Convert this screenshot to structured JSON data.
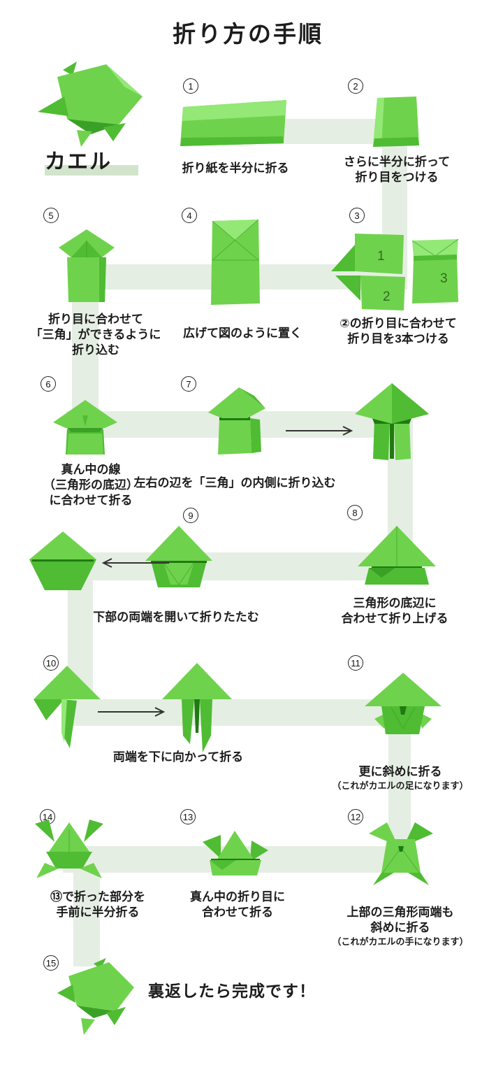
{
  "title": "折り方の手順",
  "hero": {
    "label": "カエル"
  },
  "steps": {
    "s1": {
      "num": "1",
      "caption": "折り紙を半分に折る"
    },
    "s2": {
      "num": "2",
      "caption": "さらに半分に折って\n折り目をつける"
    },
    "s3": {
      "num": "3",
      "caption": "②の折り目に合わせて\n折り目を3本つける",
      "marks": [
        "1",
        "2",
        "3"
      ]
    },
    "s4": {
      "num": "4",
      "caption": "広げて図のように置く"
    },
    "s5": {
      "num": "5",
      "caption": "折り目に合わせて\n「三角」ができるように\n折り込む"
    },
    "s6": {
      "num": "6",
      "caption": "真ん中の線\n（三角形の底辺）\nに合わせて折る"
    },
    "s7": {
      "num": "7",
      "caption": "左右の辺を「三角」の内側に折り込む"
    },
    "s8": {
      "num": "8",
      "caption": "三角形の底辺に\n合わせて折り上げる"
    },
    "s9": {
      "num": "9",
      "caption": "下部の両端を開いて折りたたむ"
    },
    "s10": {
      "num": "10",
      "caption": "両端を下に向かって折る"
    },
    "s11": {
      "num": "11",
      "caption": "更に斜めに折る",
      "note": "（これがカエルの足になります）"
    },
    "s12": {
      "num": "12",
      "caption": "上部の三角形両端も\n斜めに折る",
      "note": "（これがカエルの手になります）"
    },
    "s13": {
      "num": "13",
      "caption": "真ん中の折り目に\n合わせて折る"
    },
    "s14": {
      "num": "14",
      "caption": "⑬で折った部分を\n手前に半分折る"
    },
    "s15": {
      "num": "15",
      "caption": "裏返したら完成です！"
    }
  },
  "colors": {
    "g1": "#6fd24c",
    "g2": "#4fbc33",
    "g3": "#3aa126",
    "g4": "#93e876",
    "g5": "#1f7a12",
    "band": "#e5eee3",
    "hl": "#d2e5cc",
    "ink": "#1c1c1c"
  }
}
